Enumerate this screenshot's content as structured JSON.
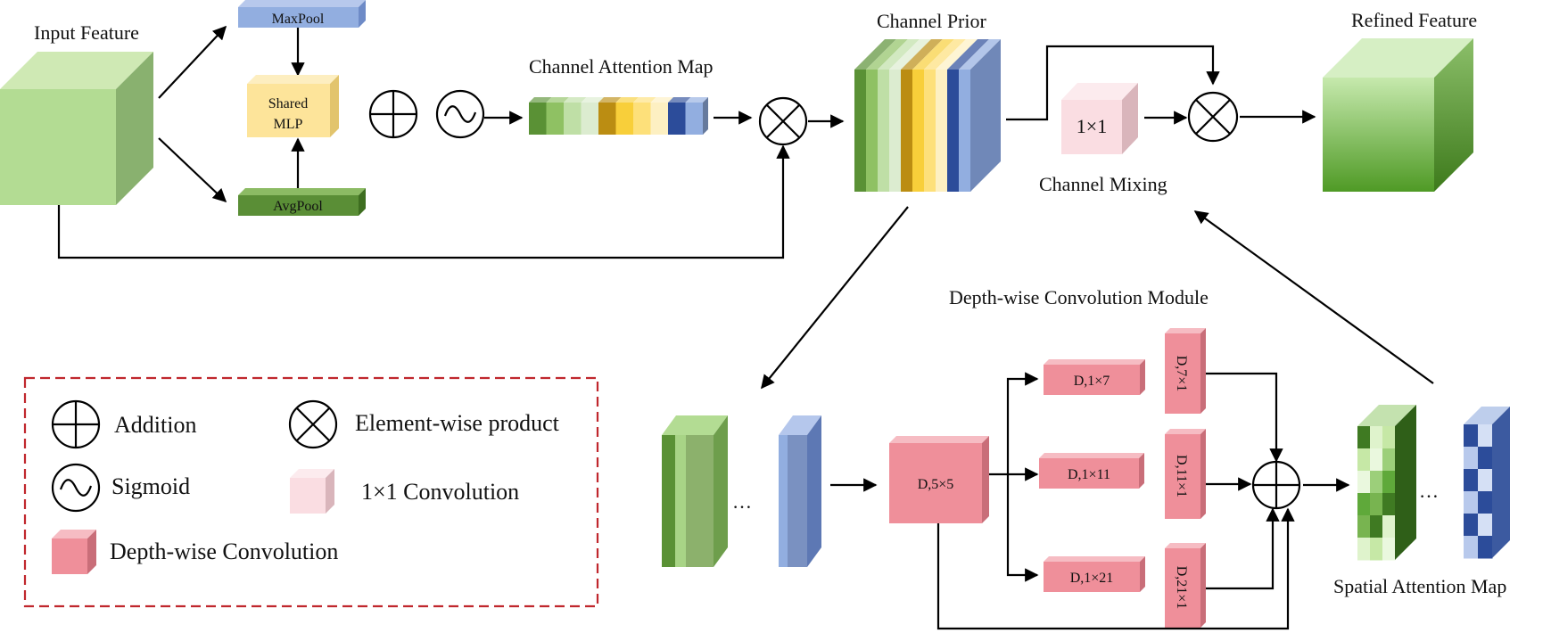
{
  "labels": {
    "input_feature": "Input Feature",
    "maxpool": "MaxPool",
    "avgpool": "AvgPool",
    "shared_mlp_line1": "Shared",
    "shared_mlp_line2": "MLP",
    "channel_attention_map": "Channel Attention Map",
    "channel_prior": "Channel Prior",
    "refined_feature": "Refined Feature",
    "conv1x1": "1×1",
    "channel_mixing": "Channel Mixing",
    "depthwise_module": "Depth-wise Convolution Module",
    "d5x5": "D,5×5",
    "d1x7": "D,1×7",
    "d1x11": "D,1×11",
    "d1x21": "D,1×21",
    "d7x1": "D,7×1",
    "d11x1": "D,11×1",
    "d21x1": "D,21×1",
    "spatial_attention_map": "Spatial Attention Map",
    "ellipsis": "…"
  },
  "legend": {
    "addition": "Addition",
    "element_wise_product": "Element-wise product",
    "sigmoid": "Sigmoid",
    "conv1x1": "1×1 Convolution",
    "depthwise_conv": "Depth-wise Convolution"
  },
  "colors": {
    "green_light": "#b3dc93",
    "green_dark": "#5a8e36",
    "blue_light": "#92aee0",
    "yellow": "#fde49a",
    "pink": "#ef8f9a",
    "pink_light": "#fadde2",
    "legend_border": "#c0272d"
  },
  "channel_strips": [
    "#5a9135",
    "#8fc163",
    "#bfdfa6",
    "#dcecd0",
    "#bb8d12",
    "#f8cf3a",
    "#fde07a",
    "#fdf0c2",
    "#2c4c9a",
    "#92aee0"
  ]
}
